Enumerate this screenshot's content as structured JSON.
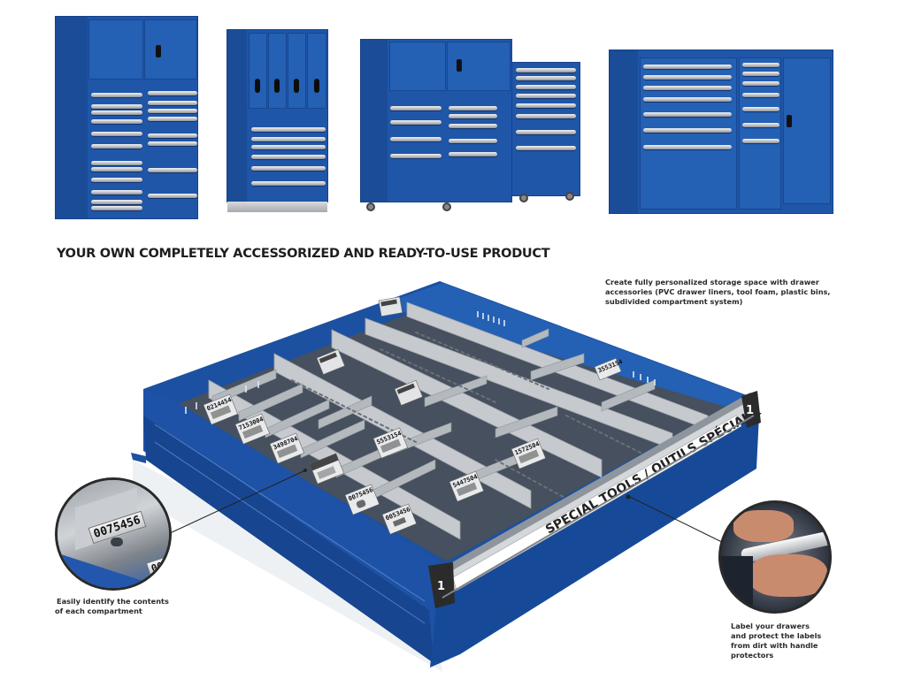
{
  "page": {
    "headline": "YOUR OWN COMPLETELY ACCESSORIZED AND READY-TO-USE PRODUCT",
    "callouts": {
      "accessories": [
        "Create fully personalized storage space with drawer",
        "accessories (PVC drawer liners, tool foam, plastic bins,",
        "subdivided compartment system)"
      ],
      "identify": [
        "Easily identify the contents",
        "of each compartment"
      ],
      "label": [
        "Label your drawers",
        "and protect the labels",
        "from dirt with handle",
        "protectors"
      ]
    }
  },
  "cabinets": [
    {
      "name": "Cabinet with doors and drawers",
      "columns": 2
    },
    {
      "name": "Cabinet with vertical drawers",
      "columns": 1
    },
    {
      "name": "Mobile cabinet combination",
      "columns": 3
    },
    {
      "name": "Low cabinet combination",
      "columns": 3
    }
  ],
  "drawer": {
    "front_label": "SPECIAL TOOLS / OUTILS SPÉCIAUX",
    "drawer_number_left": "1",
    "drawer_number_right": "1",
    "bin_labels": [
      "0214454",
      "7153004",
      "3498704",
      "0075456",
      "0053456",
      "5553154",
      "5447504",
      "1572504",
      "3553154"
    ],
    "zoom_label": "0075456",
    "zoom_label_partial": "00"
  },
  "colors": {
    "cabinet_blue": "#1f56a8",
    "divider_gray": "#c3c7cb",
    "text_dark": "#1e1e1e"
  }
}
